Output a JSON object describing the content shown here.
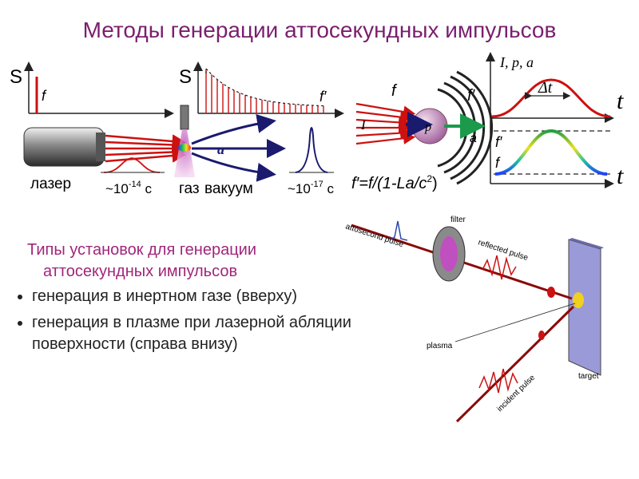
{
  "title": "Методы генерации аттосекундных импульсов",
  "top_diagram": {
    "S1": "S",
    "f1": "f",
    "S2": "S",
    "f2": "f′",
    "laser": "лазер",
    "gas": "газ",
    "vacuum": "вакуум",
    "pulse1": "~10",
    "pulse1_exp": "-14",
    "pulse1_unit": " с",
    "pulse2": "~10",
    "pulse2_exp": "-17",
    "pulse2_unit": " с",
    "a": "a"
  },
  "mirror_diagram": {
    "f": "f",
    "fprime": "f′",
    "I": "I",
    "p": "p",
    "a": "a",
    "formula_lhs": "f′=f/(1-La/c",
    "formula_exp": "2",
    "formula_rhs": ")"
  },
  "time_plots": {
    "upper_label": "I, p, a",
    "dt": "Δt",
    "t1": "t",
    "fprime": "f′",
    "f": "f",
    "t2": "t"
  },
  "setup_labels": {
    "filter": "filter",
    "attosecond_pulse": "attosecond pulse",
    "reflected_pulse": "reflected pulse",
    "plasma": "plasma",
    "incident_pulse": "incident pulse",
    "target": "target"
  },
  "text": {
    "heading_line1": "Типы установок для генерации",
    "heading_line2": "аттосекундных импульсов",
    "bullet1": "генерация в инертном газе (вверху)",
    "bullet2": "генерация в плазме при лазерной абляции поверхности (справа внизу)"
  },
  "colors": {
    "title": "#7a1f6e",
    "beam": "#cc1111",
    "arrow": "#1a1a6e",
    "heading": "#a0267a"
  }
}
